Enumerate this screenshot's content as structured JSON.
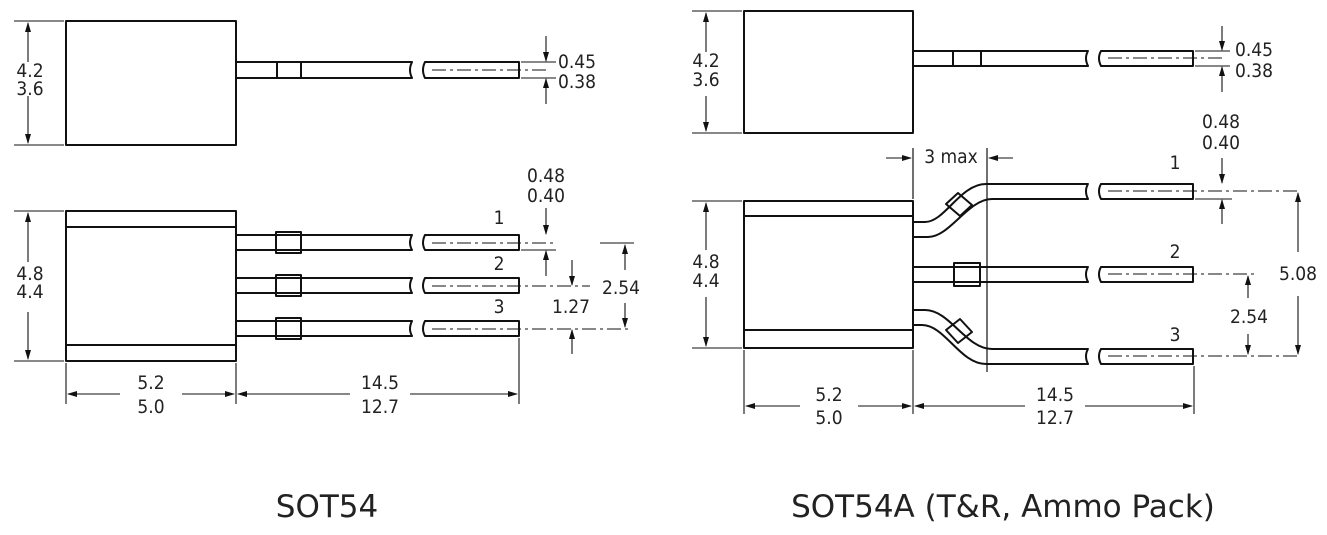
{
  "sot54": {
    "caption": "SOT54",
    "top_view": {
      "height_max": "4.2",
      "height_min": "3.6",
      "lead_thk_max": "0.45",
      "lead_thk_min": "0.38"
    },
    "side_view": {
      "height_max": "4.8",
      "height_min": "4.4",
      "lead_w_max": "0.48",
      "lead_w_min": "0.40",
      "pitch_half": "1.27",
      "pitch": "2.54",
      "body_len_max": "5.2",
      "body_len_min": "5.0",
      "lead_len_max": "14.5",
      "lead_len_min": "12.7",
      "pins": [
        "1",
        "2",
        "3"
      ]
    }
  },
  "sot54a": {
    "caption": "SOT54A (T&R, Ammo Pack)",
    "top_view": {
      "height_max": "4.2",
      "height_min": "3.6",
      "lead_thk_max": "0.45",
      "lead_thk_min": "0.38"
    },
    "side_view": {
      "height_max": "4.8",
      "height_min": "4.4",
      "lead_w_max": "0.48",
      "lead_w_min": "0.40",
      "bend_max": "3 max",
      "pitch": "2.54",
      "outer_pitch": "5.08",
      "body_len_max": "5.2",
      "body_len_min": "5.0",
      "lead_len_max": "14.5",
      "lead_len_min": "12.7",
      "pins": [
        "1",
        "2",
        "3"
      ]
    }
  }
}
